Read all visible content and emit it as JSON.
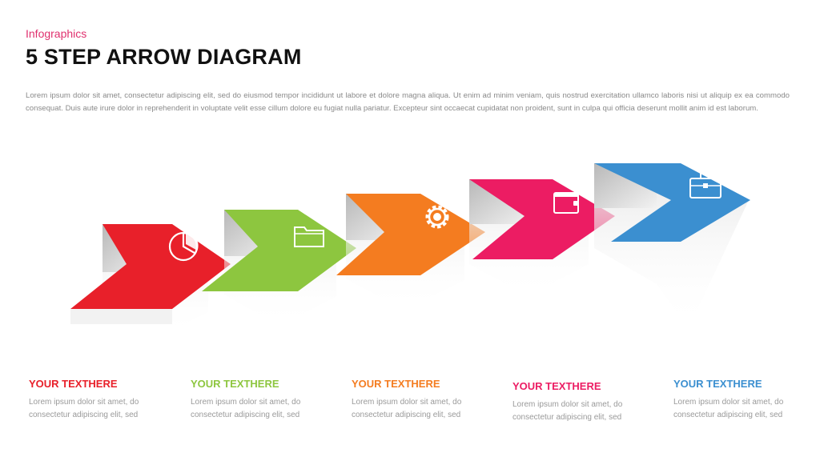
{
  "header": {
    "subtitle": "Infographics",
    "title": "5 STEP ARROW DIAGRAM",
    "intro": "Lorem ipsum dolor sit amet, consectetur adipiscing elit, sed do eiusmod tempor incididunt ut labore et dolore magna aliqua. Ut enim ad minim veniam, quis nostrud exercitation ullamco laboris nisi ut aliquip ex ea commodo consequat. Duis aute irure dolor in reprehenderit in voluptate velit esse cillum dolore eu fugiat nulla pariatur. Excepteur sint occaecat cupidatat non proident, sunt in culpa qui officia deserunt mollit anim id est laborum."
  },
  "colors": {
    "accent": "#e0306e",
    "step1": "#e8202a",
    "step2": "#8dc63f",
    "step3": "#f47c20",
    "step4": "#ec1c63",
    "step5": "#3b8fd0"
  },
  "steps": [
    {
      "heading": "YOUR TEXTHERE",
      "body": "Lorem ipsum dolor sit amet, do consectetur adipiscing elit, sed",
      "icon": "pie-chart-icon",
      "color": "#e8202a"
    },
    {
      "heading": "YOUR TEXTHERE",
      "body": "Lorem ipsum dolor sit amet, do consectetur adipiscing elit, sed",
      "icon": "folder-icon",
      "color": "#8dc63f"
    },
    {
      "heading": "YOUR TEXTHERE",
      "body": "Lorem ipsum dolor sit amet, do consectetur adipiscing elit, sed",
      "icon": "gear-icon",
      "color": "#f47c20"
    },
    {
      "heading": "YOUR TEXTHERE",
      "body": "Lorem ipsum dolor sit amet, do consectetur adipiscing elit, sed",
      "icon": "wallet-icon",
      "color": "#ec1c63"
    },
    {
      "heading": "YOUR TEXTHERE",
      "body": "Lorem ipsum dolor sit amet, do consectetur adipiscing elit, sed",
      "icon": "briefcase-icon",
      "color": "#3b8fd0"
    }
  ]
}
